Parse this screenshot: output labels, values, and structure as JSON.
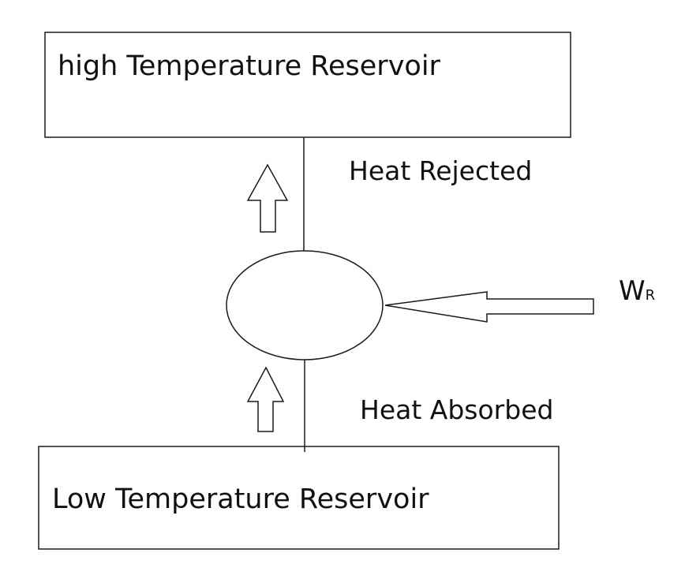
{
  "diagram": {
    "high_reservoir": {
      "label": "high Temperature Reservoir"
    },
    "low_reservoir": {
      "label": "Low Temperature Reservoir"
    },
    "heat_rejected": {
      "label": "Heat Rejected"
    },
    "heat_absorbed": {
      "label": "Heat Absorbed"
    },
    "work_input": {
      "symbol": "W",
      "subscript": "R"
    },
    "colors": {
      "stroke": "#1a1a1a",
      "background": "#ffffff",
      "text": "#111111"
    }
  }
}
